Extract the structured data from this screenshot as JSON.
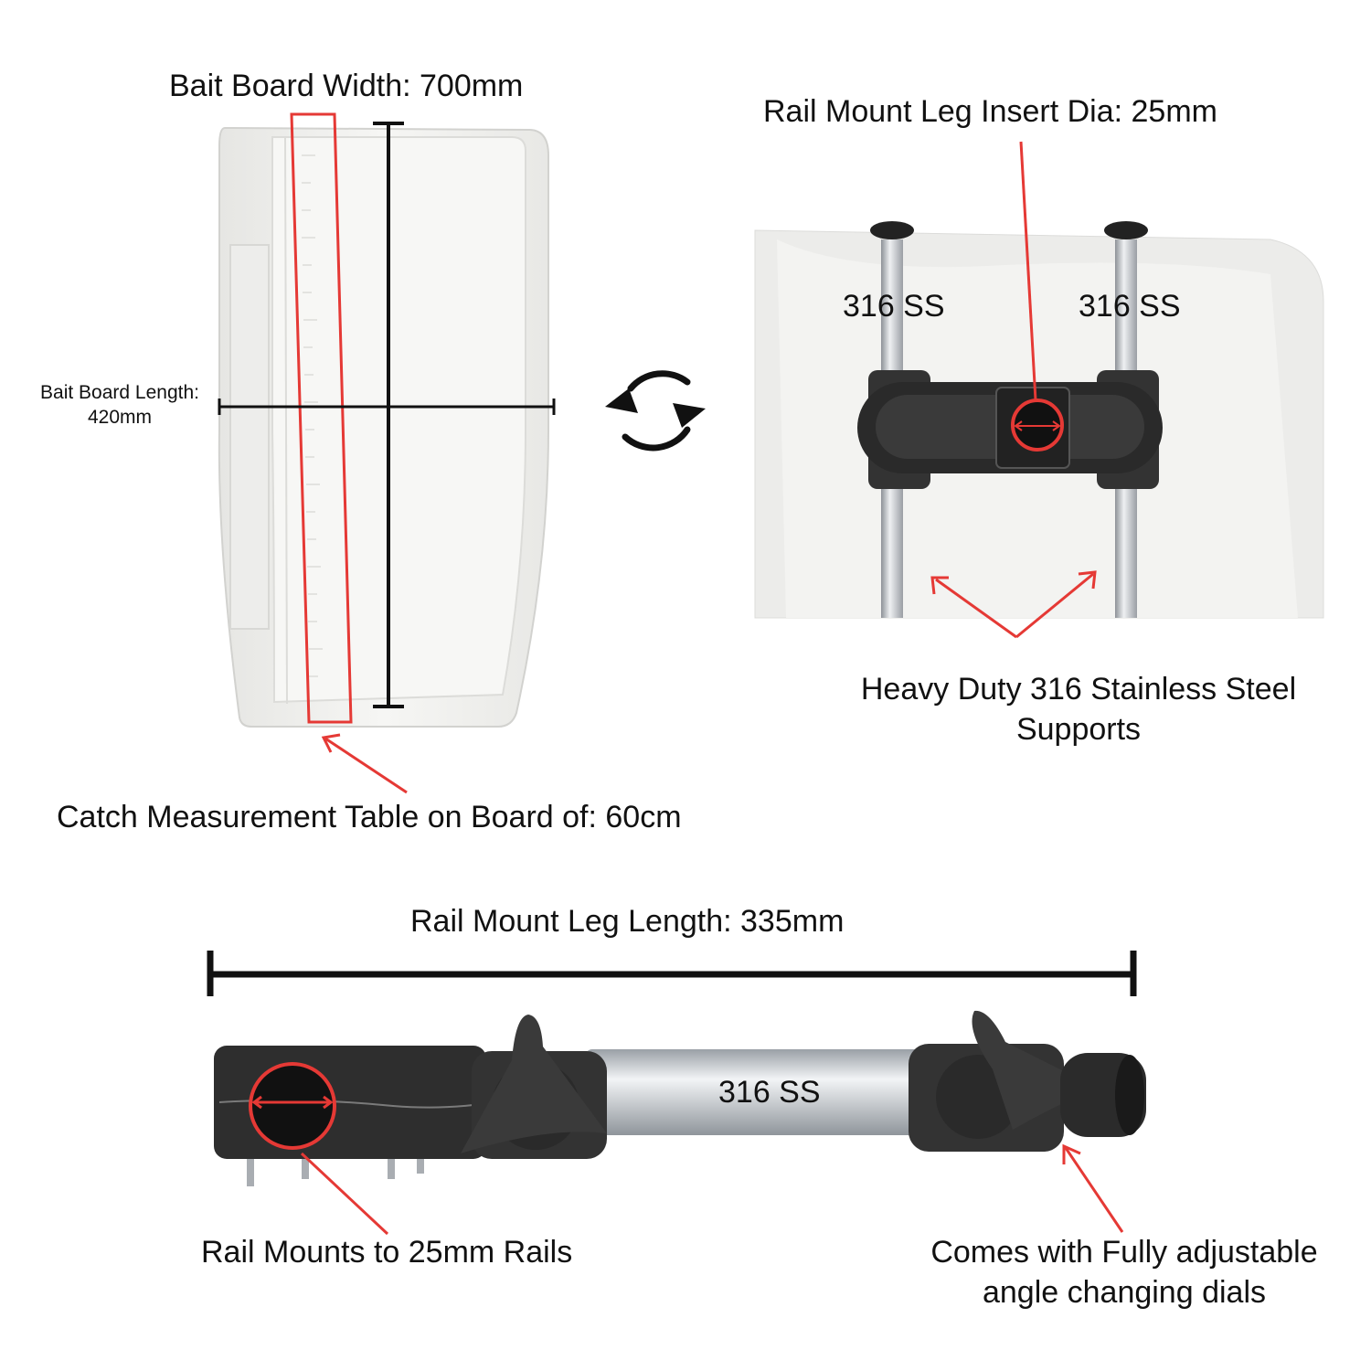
{
  "labels": {
    "board_width": "Bait Board Width: 700mm",
    "board_length_line1": "Bait Board Length:",
    "board_length_line2": "420mm",
    "catch_table": "Catch Measurement Table on Board of: 60cm",
    "insert_dia": "Rail Mount Leg Insert Dia: 25mm",
    "ss_left": "316 SS",
    "ss_right": "316 SS",
    "supports_line1": "Heavy Duty 316 Stainless Steel",
    "supports_line2": "Supports",
    "leg_length": "Rail Mount Leg Length: 335mm",
    "leg_ss": "316 SS",
    "rail_mounts": "Rail Mounts to 25mm Rails",
    "dials_line1": "Comes with Fully adjustable",
    "dials_line2": "angle changing dials"
  },
  "colors": {
    "annotation_red": "#e53935",
    "dimension_black": "#111111",
    "board_white": "#f1f1ef",
    "mount_black": "#2a2a2a",
    "steel": "#c9ccd0"
  },
  "icons": [
    "rotate-arrows-icon"
  ]
}
